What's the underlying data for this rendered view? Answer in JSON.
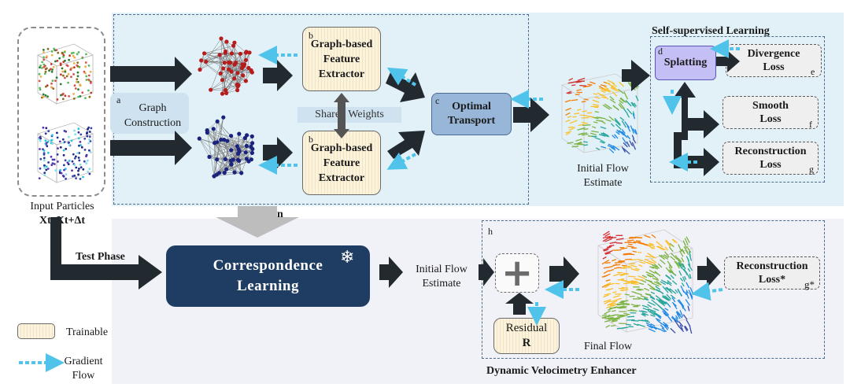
{
  "labels": {
    "input_particles": "Input Particles",
    "input_vars": "Xt, Xt+Δt",
    "graph_construction": "Graph Construction",
    "graph_tag": "a",
    "feature_extractor": "Graph-based Feature Extractor",
    "feature_tag": "b",
    "shared_weights": "Shared  Weights",
    "optimal_transport": "Optimal Transport",
    "ot_tag": "c",
    "initial_flow_estimate": "Initial Flow Estimate",
    "self_supervised": "Self-supervised Learning",
    "splatting": "Splatting",
    "splatting_tag": "d",
    "divergence_loss": "Divergence Loss",
    "divergence_tag": "e",
    "smooth_loss": "Smooth Loss",
    "smooth_tag": "f",
    "reconstruction_loss": "Reconstruction Loss",
    "reconstruction_tag": "g",
    "frozen": "Frozen",
    "test_phase": "Test Phase",
    "correspondence_learning": "Correspondence Learning",
    "initial_flow_estimate_2": "Initial Flow Estimate",
    "enhancer_tag": "h",
    "residual": "Residual",
    "residual_symbol": "R",
    "final_flow": "Final Flow",
    "reconstruction_loss_star": "Reconstruction Loss*",
    "reconstruction_star_tag": "g*",
    "dynamic_enhancer": "Dynamic Velocimetry Enhancer",
    "legend_trainable": "Trainable",
    "legend_gradient": "Gradient Flow"
  },
  "colors": {
    "top_panel": "#e2f1f7",
    "bottom_panel": "#f1f1f8",
    "arrow_dark": "#222a30",
    "gradient_arrow": "#4fc3ea",
    "optimal_transport": "#97b6d8",
    "splatting": "#c4c0f5",
    "correspondence": "#1f3d62",
    "trainable": "#fbf3dd"
  },
  "icons": {
    "snowflake": "snowflake-icon",
    "plus": "plus-icon"
  }
}
